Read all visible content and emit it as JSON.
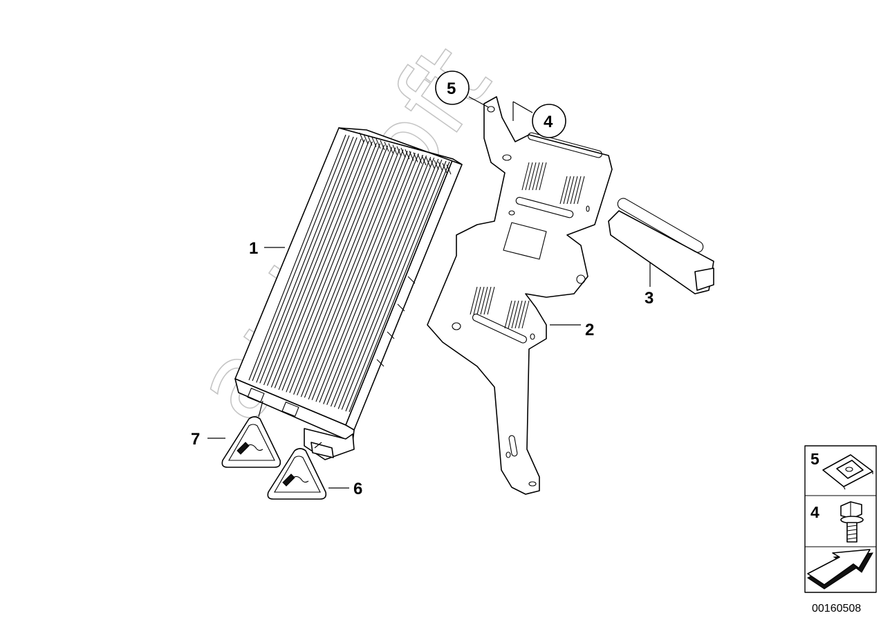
{
  "callouts": {
    "item1": "1",
    "item2": "2",
    "item3": "3",
    "item4": "4",
    "item5": "5",
    "item6": "6",
    "item7": "7"
  },
  "legend": {
    "row1": "5",
    "row2": "4"
  },
  "watermark": "autosoft",
  "document_number": "00160508",
  "colors": {
    "line": "#000000",
    "watermark": "#c4c4c4",
    "background": "#ffffff"
  },
  "icons": [
    "amplifier",
    "mounting-bracket",
    "holder",
    "hex-bolt",
    "clip-nut",
    "wiring-harness-warning",
    "arrow"
  ]
}
